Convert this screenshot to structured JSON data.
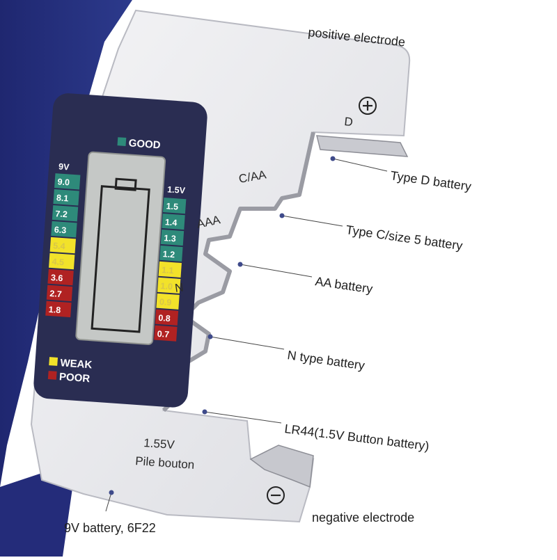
{
  "device": {
    "labels": {
      "positive": "positive electrode",
      "type_d": "Type D battery",
      "type_c": "Type C/size 5 battery",
      "aa": "AA battery",
      "n_type": "N type battery",
      "lr44": "LR44(1.5V Button battery)",
      "negative": "negative electrode",
      "nine_volt": "9V battery, 6F22"
    },
    "slot_labels": {
      "d": "D",
      "c_aa": "C/AA",
      "aaa": "AAA",
      "n": "N",
      "voltage": "1.55V",
      "pile": "Pile bouton"
    },
    "meter": {
      "good": "GOOD",
      "weak": "WEAK",
      "poor": "POOR",
      "left_header": "9V",
      "right_header": "1.5V",
      "left_scale": [
        "9.0",
        "8.1",
        "7.2",
        "6.3",
        "5.4",
        "4.5",
        "3.6",
        "2.7",
        "1.8"
      ],
      "right_scale": [
        "1.5",
        "1.4",
        "1.3",
        "1.2",
        "1.1",
        "1.0",
        "0.9",
        "0.8",
        "0.7"
      ],
      "colors": {
        "good": "#2e8a7a",
        "weak": "#f2e22a",
        "poor": "#b02222",
        "panel": "#2a2d52"
      }
    },
    "symbols": {
      "plus": "+",
      "minus": "−"
    }
  }
}
